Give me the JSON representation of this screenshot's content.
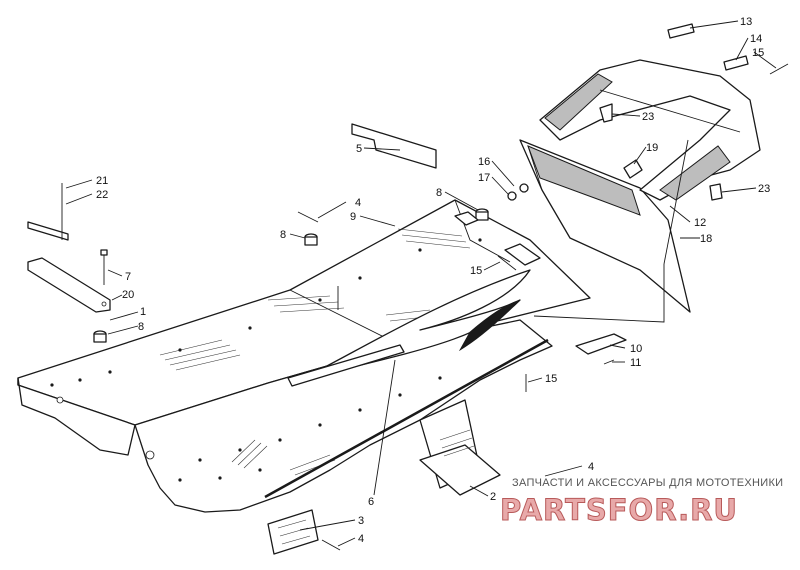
{
  "callouts": [
    {
      "id": "c1",
      "text": "1"
    },
    {
      "id": "c2",
      "text": "2"
    },
    {
      "id": "c3",
      "text": "3"
    },
    {
      "id": "c4a",
      "text": "4"
    },
    {
      "id": "c4b",
      "text": "4"
    },
    {
      "id": "c4c",
      "text": "4"
    },
    {
      "id": "c5",
      "text": "5"
    },
    {
      "id": "c6",
      "text": "6"
    },
    {
      "id": "c7",
      "text": "7"
    },
    {
      "id": "c8a",
      "text": "8"
    },
    {
      "id": "c8b",
      "text": "8"
    },
    {
      "id": "c8c",
      "text": "8"
    },
    {
      "id": "c9",
      "text": "9"
    },
    {
      "id": "c10",
      "text": "10"
    },
    {
      "id": "c11",
      "text": "11"
    },
    {
      "id": "c12",
      "text": "12"
    },
    {
      "id": "c13",
      "text": "13"
    },
    {
      "id": "c14",
      "text": "14"
    },
    {
      "id": "c15a",
      "text": "15"
    },
    {
      "id": "c15b",
      "text": "15"
    },
    {
      "id": "c15c",
      "text": "15"
    },
    {
      "id": "c16",
      "text": "16"
    },
    {
      "id": "c17",
      "text": "17"
    },
    {
      "id": "c18",
      "text": "18"
    },
    {
      "id": "c19",
      "text": "19"
    },
    {
      "id": "c20",
      "text": "20"
    },
    {
      "id": "c21",
      "text": "21"
    },
    {
      "id": "c22",
      "text": "22"
    },
    {
      "id": "c23a",
      "text": "23"
    },
    {
      "id": "c23b",
      "text": "23"
    }
  ],
  "watermark": {
    "tagline": "ЗАПЧАСТИ И АКСЕССУАРЫ ДЛЯ МОТОТЕХНИКИ",
    "logo": "PARTSFOR.RU"
  }
}
